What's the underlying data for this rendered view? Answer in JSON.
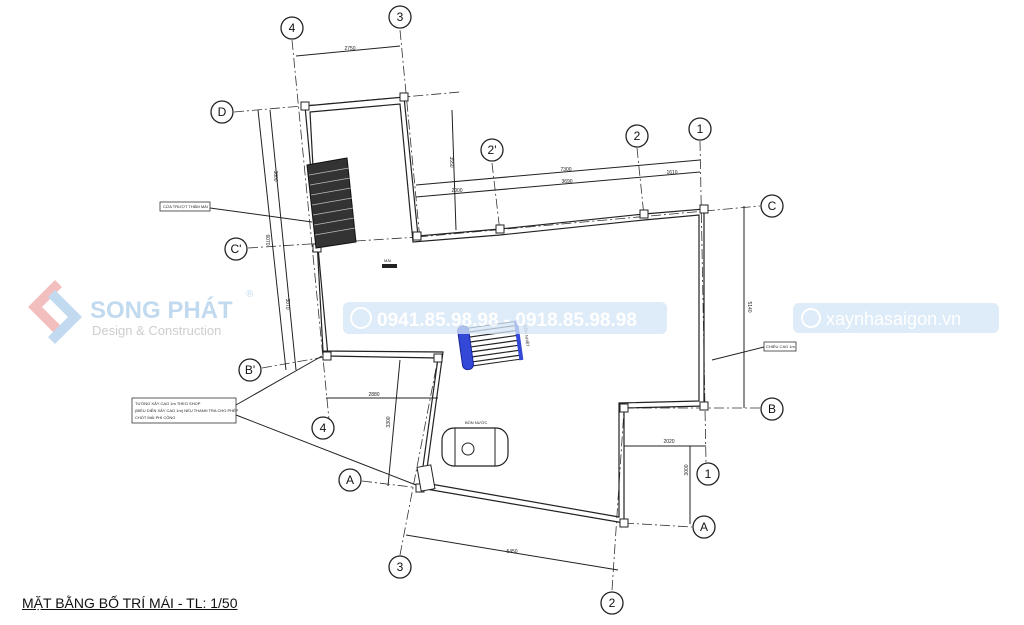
{
  "grid_labels": {
    "g4_top": "4",
    "g3_top": "3",
    "gD": "D",
    "g2p": "2'",
    "g2_top": "2",
    "g1_top": "1",
    "gC": "C",
    "gCp": "C'",
    "gBp": "B'",
    "gB": "B",
    "g4_bot": "4",
    "g1_bot": "1",
    "gA_left": "A",
    "gA_right": "A",
    "g3_bot": "3",
    "g2_bot": "2"
  },
  "dimensions": {
    "d2750": "2750",
    "d7300": "7300",
    "d3690": "3690",
    "d1610": "1610",
    "d2000": "2000",
    "d3550": "3550",
    "d3800": "3800",
    "d6070": "6070",
    "d3070": "3070",
    "d5140": "5140",
    "d2880": "2880",
    "d3300": "3300",
    "d2020": "2020",
    "d3000": "3000",
    "d5450": "5450"
  },
  "notes": {
    "hatch": "CỬA TRƯỢT THĂM MÁI",
    "wall_note_1": "TƯỜNG XÂY CAO 1m THEO SHOP",
    "wall_note_2": "(BIỂU DIỄN XÂY CAO 1m) NẾU THANH TRA CHO PHÉP",
    "wall_note_3": "CHỐT MÁI PHÍ CÔNG",
    "height_note": "CHIỀU CAO 1m",
    "roof_tag": "MÁI",
    "water_tank": "BỒN NƯỚC",
    "solar_heater": "BỒN NHIỆT"
  },
  "watermark": {
    "brand": "SONG PHÁT",
    "registered": "®",
    "tagline": "Design & Construction",
    "phone": "0941.85.98.98 - 0918.85.98.98",
    "website": "xaynhasaigon.vn",
    "brand_color": "#bcd6ef",
    "logo_red": "#f2b8b8",
    "pill_color": "#d3e5f6"
  },
  "title": "MẶT BẰNG BỐ TRÍ MÁI - TL: 1/50"
}
